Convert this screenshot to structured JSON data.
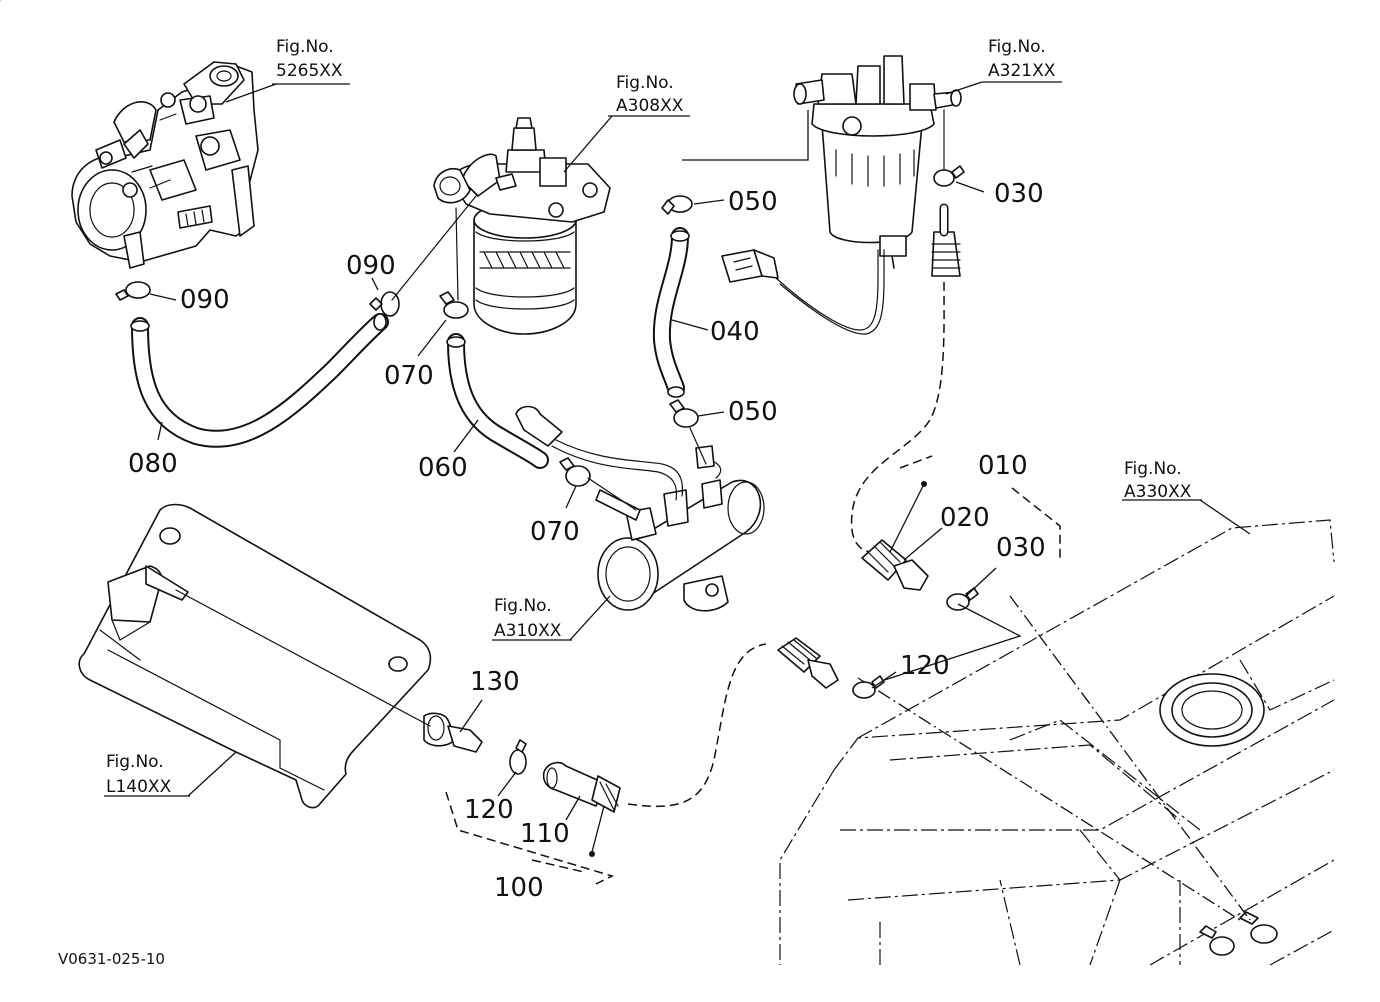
{
  "figure_refs": {
    "pump": {
      "line1": "Fig.No.",
      "line2": "5265XX"
    },
    "filter_a308": {
      "line1": "Fig.No.",
      "line2": "A308XX"
    },
    "filter_a321": {
      "line1": "Fig.No.",
      "line2": "A321XX"
    },
    "tank": {
      "line1": "Fig.No.",
      "line2": "A330XX"
    },
    "fuel_pump": {
      "line1": "Fig.No.",
      "line2": "A310XX"
    },
    "plate": {
      "line1": "Fig.No.",
      "line2": "L140XX"
    }
  },
  "parts": {
    "p010": "010",
    "p020": "020",
    "p030_top": "030",
    "p030_mid": "030",
    "p040": "040",
    "p050_top": "050",
    "p050_mid": "050",
    "p060": "060",
    "p070_top": "070",
    "p070_mid": "070",
    "p080": "080",
    "p090_left": "090",
    "p090_mid": "090",
    "p100": "100",
    "p110": "110",
    "p120_right": "120",
    "p120_left": "120",
    "p130": "130"
  },
  "drawing_code": "V0631-025-10"
}
